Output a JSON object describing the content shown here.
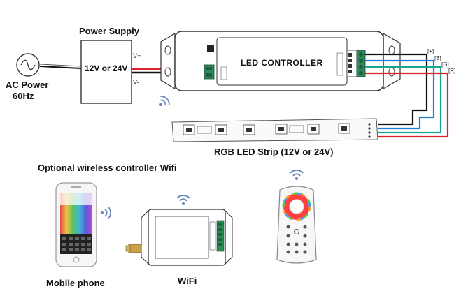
{
  "labels": {
    "power_supply": "Power Supply",
    "voltage": "12V or 24V",
    "v_plus": "V+",
    "v_minus": "V-",
    "ac_power_line1": "AC Power",
    "ac_power_line2": "60Hz",
    "led_controller": "LED CONTROLLER",
    "strip_caption": "RGB LED Strip (12V or 24V)",
    "optional_wireless": "Optional wireless controller Wifi",
    "mobile_phone": "Mobile phone",
    "wifi": "WiFi"
  },
  "wire_tags": {
    "plus": "[+]",
    "b": "[B]",
    "g": "[G]",
    "r": "[R]"
  },
  "colors": {
    "wire_black": "#111111",
    "wire_red": "#d9232a",
    "wire_blue": "#1f7fd1",
    "wire_green": "#1aa58e",
    "terminal_green": "#2e8b57",
    "wifi_blue": "#6a86b8"
  },
  "icons": {
    "ac_source": "sine-wave-icon",
    "wireless": "wifi-signal-icon",
    "remote_wheel": "color-wheel-icon"
  }
}
